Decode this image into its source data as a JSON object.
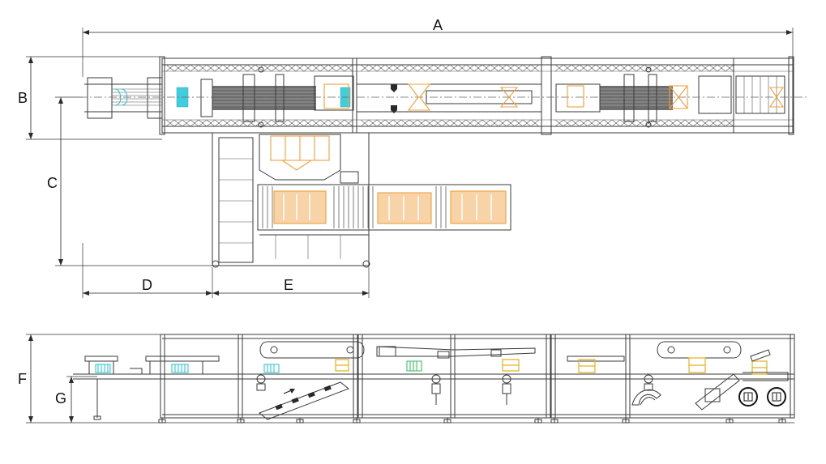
{
  "dimension_labels": {
    "A": "A",
    "B": "B",
    "C": "C",
    "D": "D",
    "E": "E",
    "F": "F",
    "G": "G"
  },
  "colors": {
    "line": "#3a3a3a",
    "product_cyan": "#22c4d6",
    "case_orange": "#f0a040",
    "bottle_green": "#2ec060",
    "case_yellow": "#e8b020"
  }
}
